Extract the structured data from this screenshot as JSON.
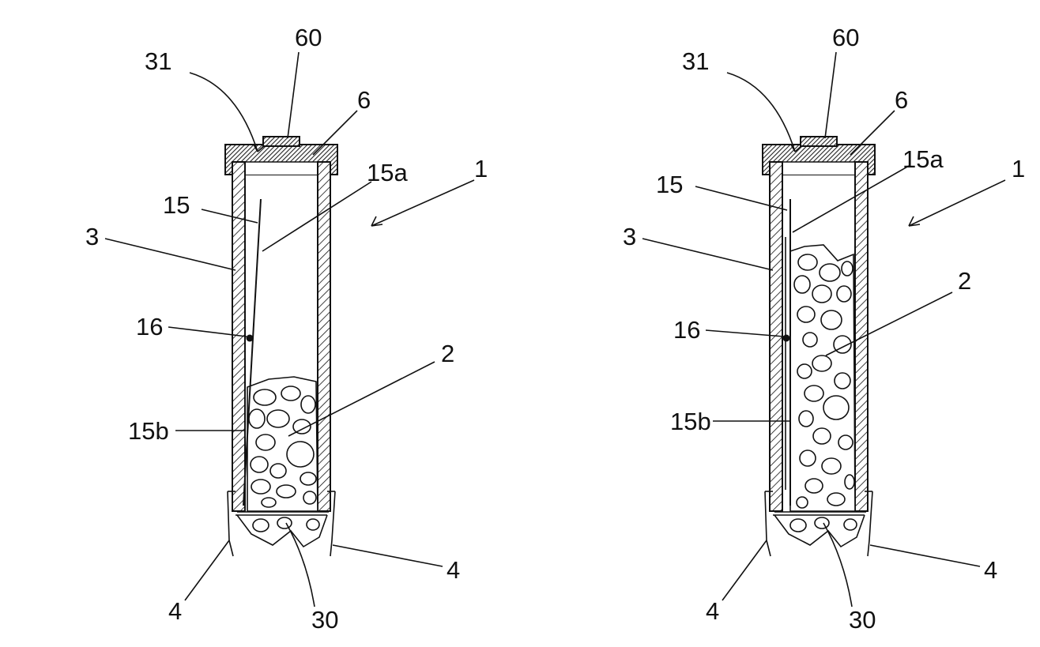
{
  "figures": [
    {
      "labels": {
        "l60": "60",
        "l31": "31",
        "l6": "6",
        "l15a": "15a",
        "l1": "1",
        "l15": "15",
        "l3": "3",
        "l16": "16",
        "l2": "2",
        "l15b": "15b",
        "l4left": "4",
        "l4right": "4",
        "l30": "30"
      }
    },
    {
      "labels": {
        "l60": "60",
        "l31": "31",
        "l6": "6",
        "l15a": "15a",
        "l1": "1",
        "l15": "15",
        "l3": "3",
        "l16": "16",
        "l2": "2",
        "l15b": "15b",
        "l4left": "4",
        "l4right": "4",
        "l30": "30"
      }
    }
  ]
}
